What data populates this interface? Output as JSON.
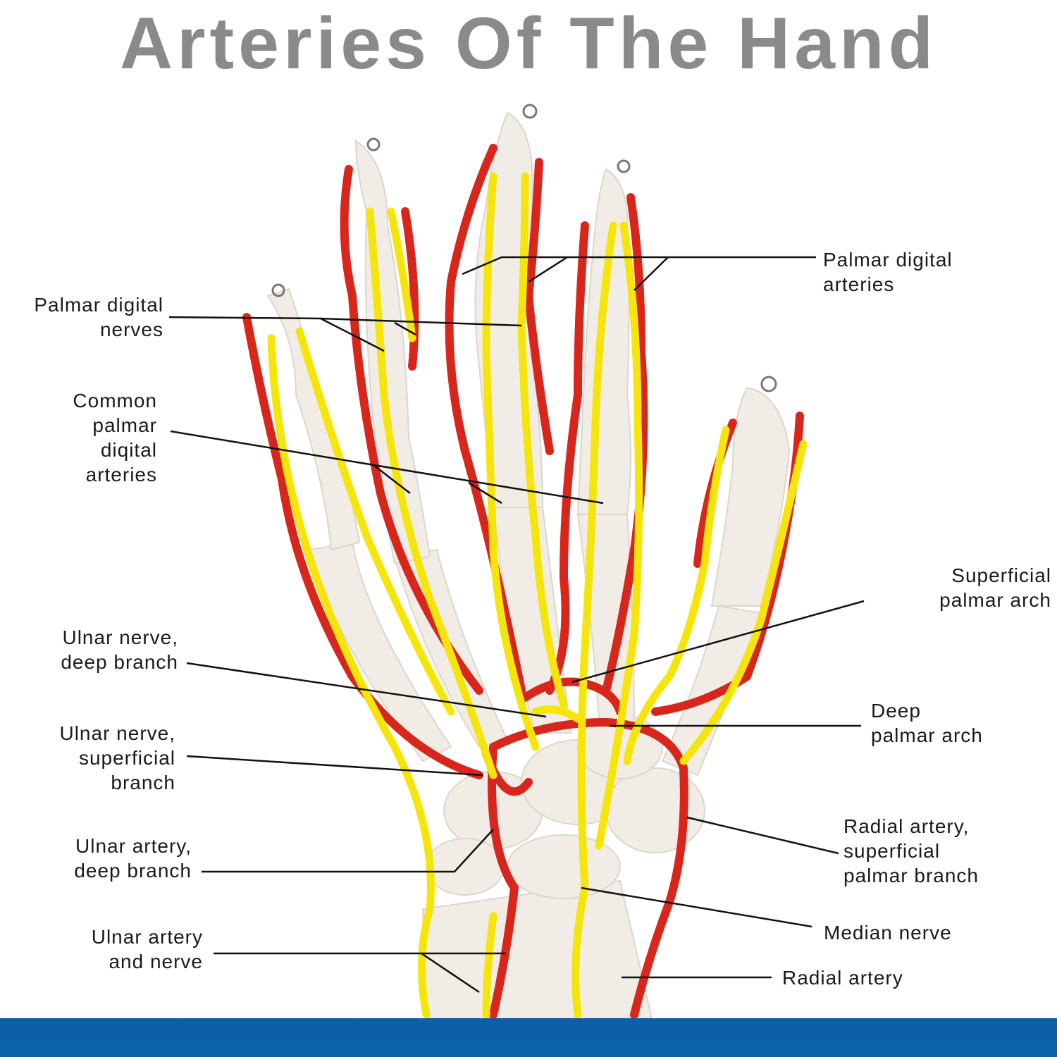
{
  "title": "Arteries Of The Hand",
  "colors": {
    "title_gray": "#8a8a8a",
    "artery_red": "#d8261c",
    "nerve_yellow": "#f5e50a",
    "bone_white": "#f1ede6",
    "footer_blue": "#0b60aa",
    "label_text": "#1a1a1a"
  },
  "labels": {
    "left": [
      {
        "id": "palmar-digital-nerves",
        "text": "Palmar digital\nnerves"
      },
      {
        "id": "common-palmar-digital-arteries",
        "text": "Common\npalmar\ndiqital\narteries"
      },
      {
        "id": "ulnar-nerve-deep-branch",
        "text": "Ulnar nerve,\ndeep branch"
      },
      {
        "id": "ulnar-nerve-superficial-branch",
        "text": "Ulnar nerve,\nsuperficial\nbranch"
      },
      {
        "id": "ulnar-artery-deep-branch",
        "text": "Ulnar artery,\ndeep branch"
      },
      {
        "id": "ulnar-artery-and-nerve",
        "text": "Ulnar artery\nand nerve"
      }
    ],
    "right": [
      {
        "id": "palmar-digital-arteries",
        "text": "Palmar digital\narteries"
      },
      {
        "id": "superficial-palmar-arch",
        "text": "Superficial\npalmar arch"
      },
      {
        "id": "deep-palmar-arch",
        "text": "Deep\npalmar arch"
      },
      {
        "id": "radial-artery-superficial-palmar-branch",
        "text": "Radial artery,\nsuperficial\npalmar branch"
      },
      {
        "id": "median-nerve",
        "text": "Median nerve"
      },
      {
        "id": "radial-artery",
        "text": "Radial artery"
      }
    ]
  }
}
